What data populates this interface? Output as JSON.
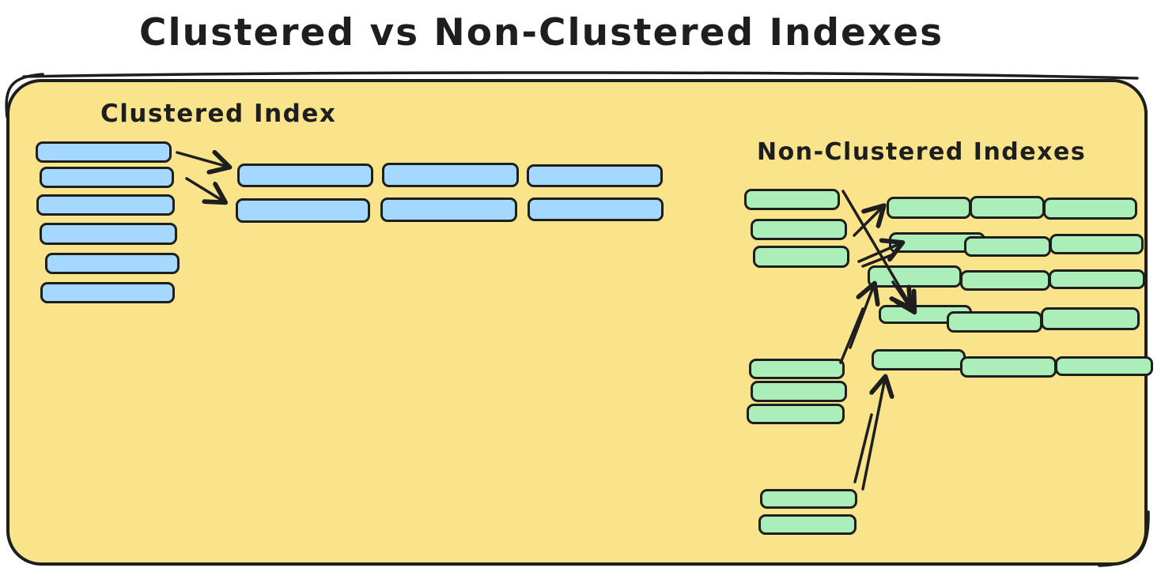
{
  "title": "Clustered vs Non-Clustered Indexes",
  "canvas": {
    "page_color": "#ffffff",
    "background_color": "#f9e38b",
    "stroke_color": "#1e1e1e",
    "blue_box_color": "#a5d8ff",
    "green_box_color": "#aceeb9"
  },
  "clustered_section": {
    "label": "Clustered Index",
    "table_box_count": 6,
    "index_row_count": 2,
    "boxes_per_index_row": 3
  },
  "non_clustered_section": {
    "label": "Non-Clustered Indexes",
    "stack_box_counts": [
      3,
      3,
      2
    ],
    "index_row_count": 5,
    "boxes_per_index_row": 3
  }
}
